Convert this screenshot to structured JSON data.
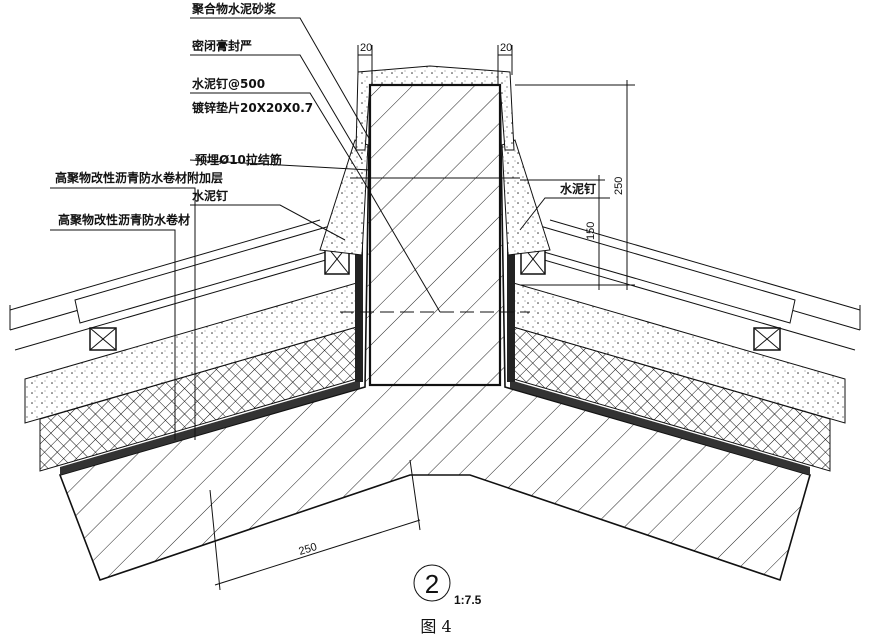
{
  "labels": {
    "polymer_mortar": "聚合物水泥砂浆",
    "sealant": "密闭膏封严",
    "nail_spacing": "水泥钉@500",
    "washer": "镀锌垫片20X20X0.7",
    "tie_bar": "预埋Ø10拉结筋",
    "membrane_extra": "高聚物改性沥青防水卷材附加层",
    "membrane": "高聚物改性沥青防水卷材",
    "nail_left": "水泥钉",
    "nail_right": "水泥钉"
  },
  "dimensions": {
    "cap_left": "20",
    "cap_right": "20",
    "height_total": "250",
    "height_lower": "150",
    "slab_thickness": "250"
  },
  "detail": {
    "number": "2",
    "scale": "1:7.5"
  },
  "caption": "图 4"
}
